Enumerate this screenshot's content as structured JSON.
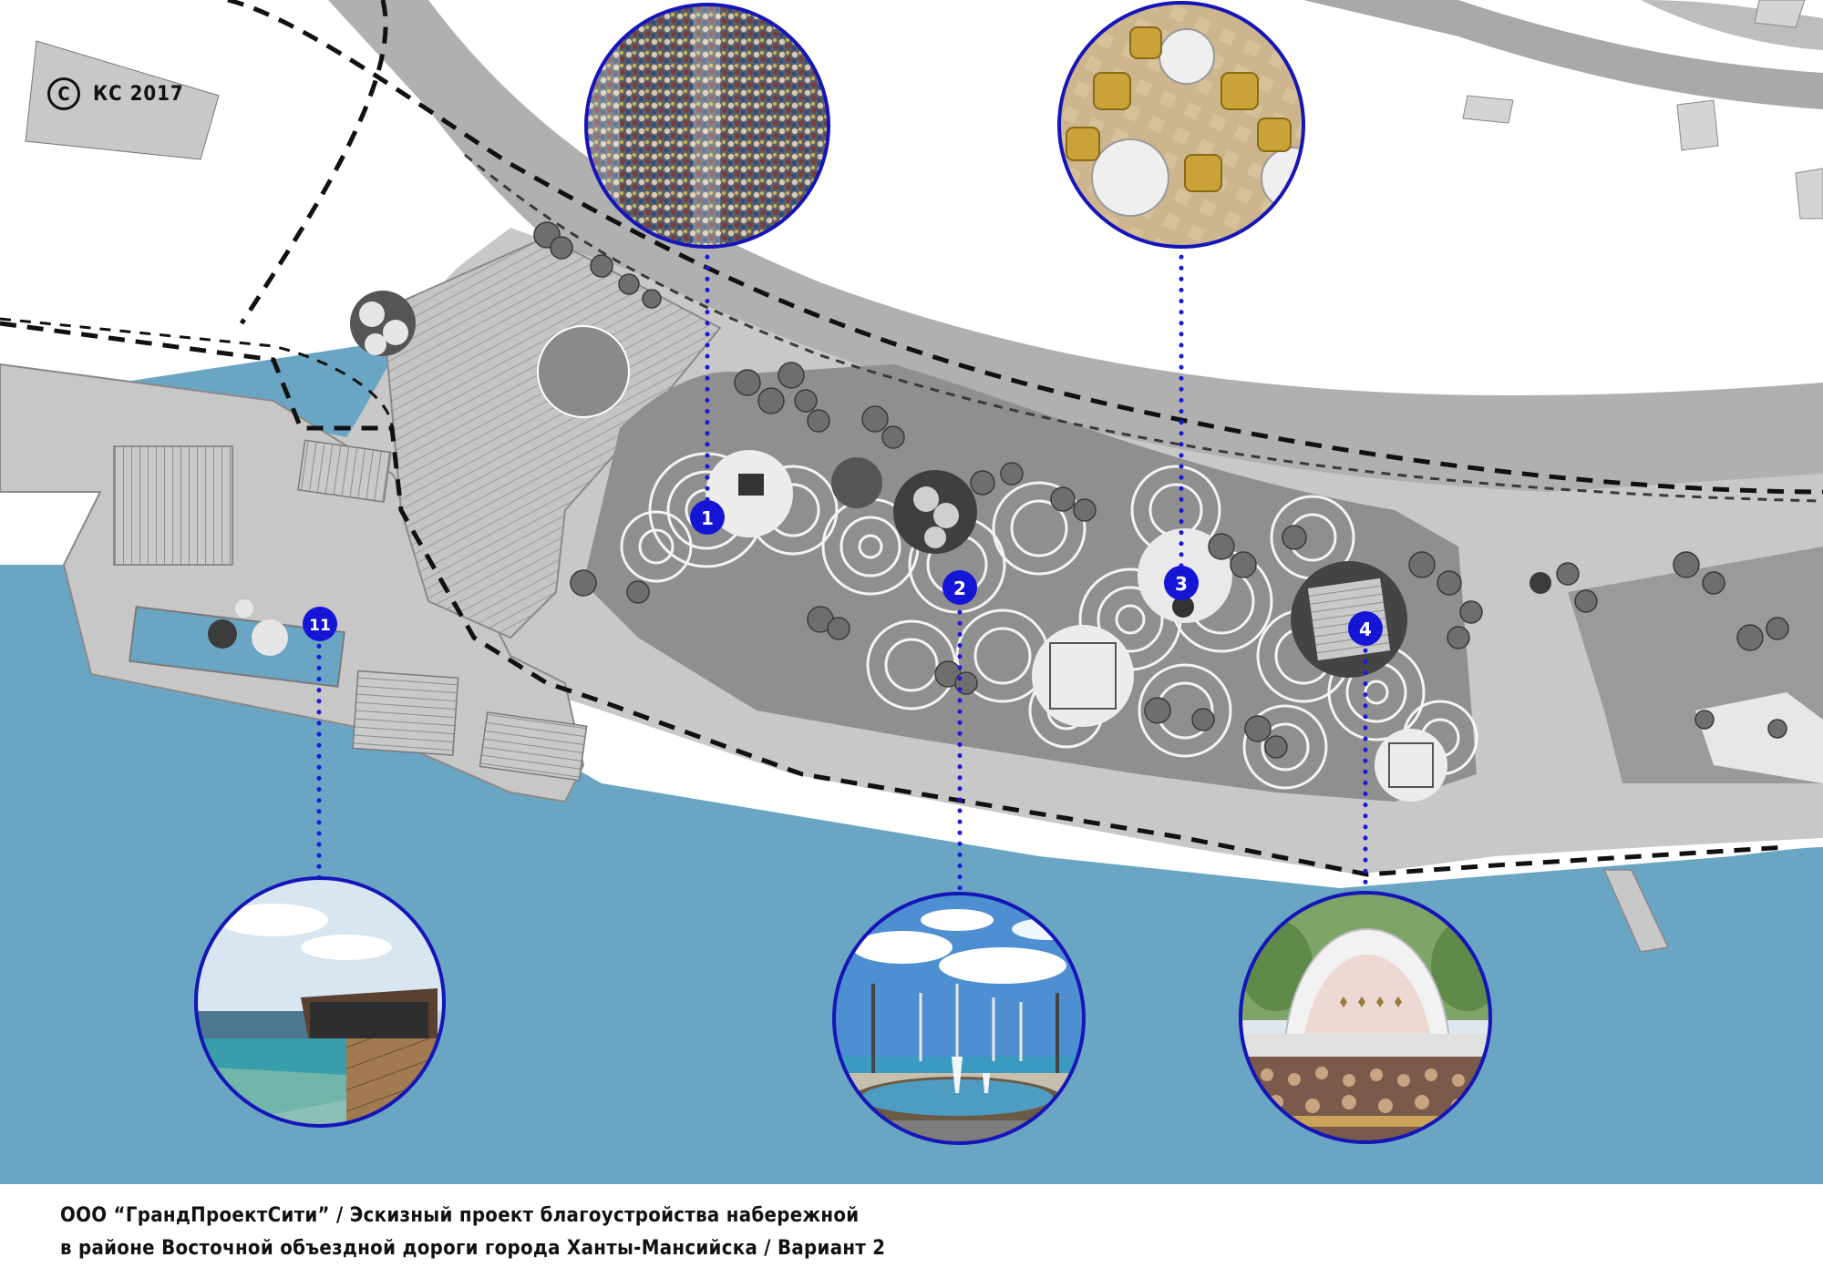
{
  "copyright": {
    "symbol": "C",
    "text": "КС 2017"
  },
  "footer": {
    "line1": "ООО “ГрандПроектСити”  /  Эскизный проект благоустройства набережной",
    "line2": "в районе Восточной объездной дороги города Ханты-Мансийска / Вариант 2"
  },
  "markers": [
    {
      "label": "1",
      "photo": "crowd-photo"
    },
    {
      "label": "2",
      "photo": "fountain-photo"
    },
    {
      "label": "3",
      "photo": "cafe-tables-photo"
    },
    {
      "label": "4",
      "photo": "concert-stage-photo"
    },
    {
      "label": "11",
      "photo": "pool-pavilion-photo"
    }
  ],
  "colors": {
    "water": "#6aa6c3",
    "promenade": "#c8c8c8",
    "plaza": "#8f8f8f",
    "road": "#a9a9a9",
    "marker": "#1515d6",
    "leader": "#1a1adb",
    "boundary": "#111111"
  }
}
